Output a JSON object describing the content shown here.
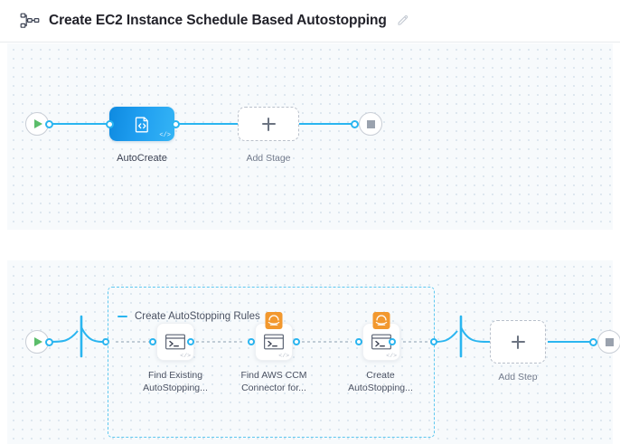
{
  "header": {
    "icon": "pipeline-nodes-icon",
    "title": "Create EC2 Instance Schedule Based Autostopping",
    "edit_icon": "edit-pencil-icon"
  },
  "colors": {
    "accent_blue": "#2ab5f0",
    "stage_blue": "#1f9ef0",
    "start_green": "#5bbd6a",
    "stop_gray": "#9aa2ae",
    "aws_orange": "#f2982e",
    "canvas_bg": "#f7fafc",
    "dot_grid": "#dde7ef",
    "group_border": "#5ec8f0"
  },
  "stage_canvas": {
    "start_node": {
      "name": "pipeline-start",
      "icon": "play-icon"
    },
    "end_node": {
      "name": "pipeline-end",
      "icon": "stop-icon"
    },
    "nodes": [
      {
        "id": "autocreate",
        "label": "AutoCreate",
        "icon": "code-template-icon",
        "badge": "</>"
      }
    ],
    "add_node": {
      "label": "Add Stage",
      "icon": "plus-icon"
    }
  },
  "step_canvas": {
    "start_node": {
      "name": "stage-start",
      "icon": "play-icon"
    },
    "end_node": {
      "name": "stage-end",
      "icon": "stop-icon"
    },
    "group": {
      "title": "Create AutoStopping Rules",
      "collapse_icon": "minus-icon"
    },
    "steps": [
      {
        "id": "find-existing",
        "label": "Find Existing\nAutoStopping...",
        "icon": "shell-terminal-icon",
        "badge": "</>",
        "connector_badge": null
      },
      {
        "id": "find-aws-ccm",
        "label": "Find AWS CCM\nConnector for...",
        "icon": "shell-terminal-icon",
        "badge": "</>",
        "connector_badge": "aws-icon"
      },
      {
        "id": "create-autostopping",
        "label": "Create\nAutoStopping...",
        "icon": "shell-terminal-icon",
        "badge": "</>",
        "connector_badge": "aws-icon"
      }
    ],
    "add_node": {
      "label": "Add Step",
      "icon": "plus-icon"
    }
  }
}
